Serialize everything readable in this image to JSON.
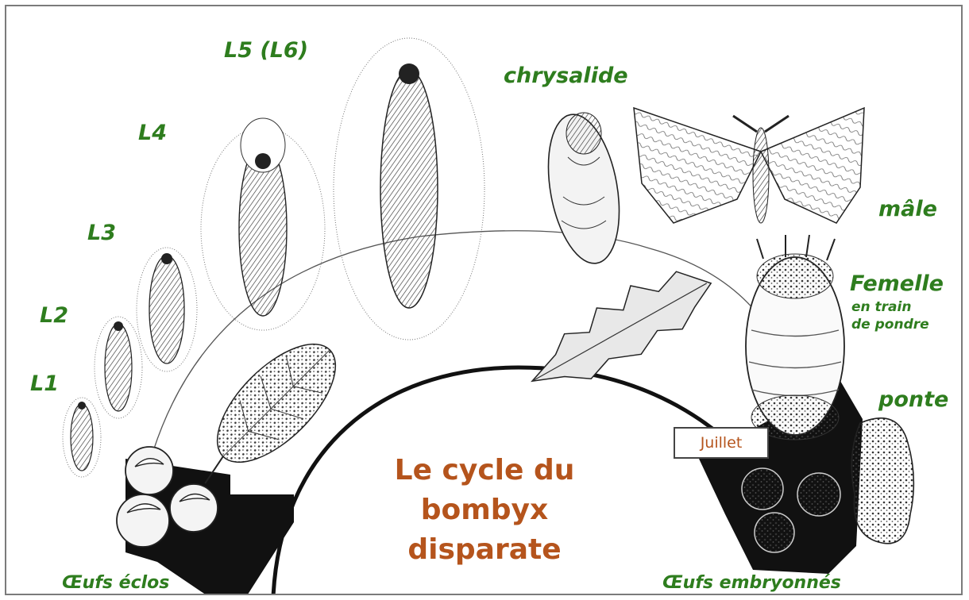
{
  "title": {
    "line1": "Le cycle du",
    "line2": "bombyx disparate"
  },
  "stages": {
    "l1": "L1",
    "l2": "L2",
    "l3": "L3",
    "l4": "L4",
    "l5": "L5 (L6)",
    "chrysalide": "chrysalide",
    "male": "mâle",
    "femelle": "Femelle",
    "femelle_note_1": "en train",
    "femelle_note_2": "de pondre",
    "ponte": "ponte",
    "oeufs_eclos": "Œufs éclos",
    "oeufs_embryonnes": "Œufs embryonnés"
  },
  "month": "Juillet",
  "colors": {
    "stage_label": "#2e7d1e",
    "title": "#b5541c",
    "ink": "#1a1a1a"
  },
  "icons": [
    "larva-icon",
    "pupa-icon",
    "moth-icon",
    "female-moth-icon",
    "egg-icon",
    "egg-mass-icon",
    "leaf-icon"
  ]
}
